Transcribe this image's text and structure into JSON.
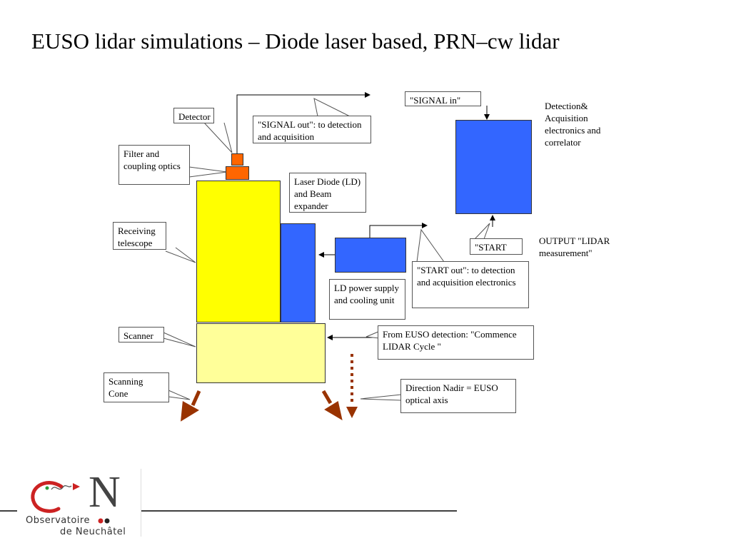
{
  "title": "EUSO lidar simulations – Diode laser based, PRN–cw lidar",
  "labels": {
    "detector": "Detector",
    "signal_out": "\"SIGNAL out\": to detection and acquisition",
    "signal_in": "\"SIGNAL in\"",
    "detection_acq": "Detection& Acquisition electronics and correlator",
    "filter": "Filter and coupling optics",
    "laser_diode": "Laser Diode (LD) and Beam expander",
    "receiving": "Receiving telescope",
    "start": "\"START",
    "output": "OUTPUT \"LIDAR measurement\"",
    "start_out": "\"START out\": to detection and acquisition electronics",
    "ld_power": "LD power supply and cooling unit",
    "scanner": "Scanner",
    "from_euso": "From EUSO detection: \"Commence  LIDAR Cycle \"",
    "scanning_cone": "Scanning Cone",
    "nadir": "Direction Nadir = EUSO optical axis"
  },
  "colors": {
    "blue": "#3366ff",
    "yellow": "#ffff00",
    "light_yellow": "#ffff99",
    "orange": "#ff6600",
    "arrow_brown": "#993300",
    "logo_red": "#cc2222"
  },
  "logo": {
    "name_line1": "Observatoire",
    "name_line2": "de Neuchâtel",
    "letter": "N"
  }
}
